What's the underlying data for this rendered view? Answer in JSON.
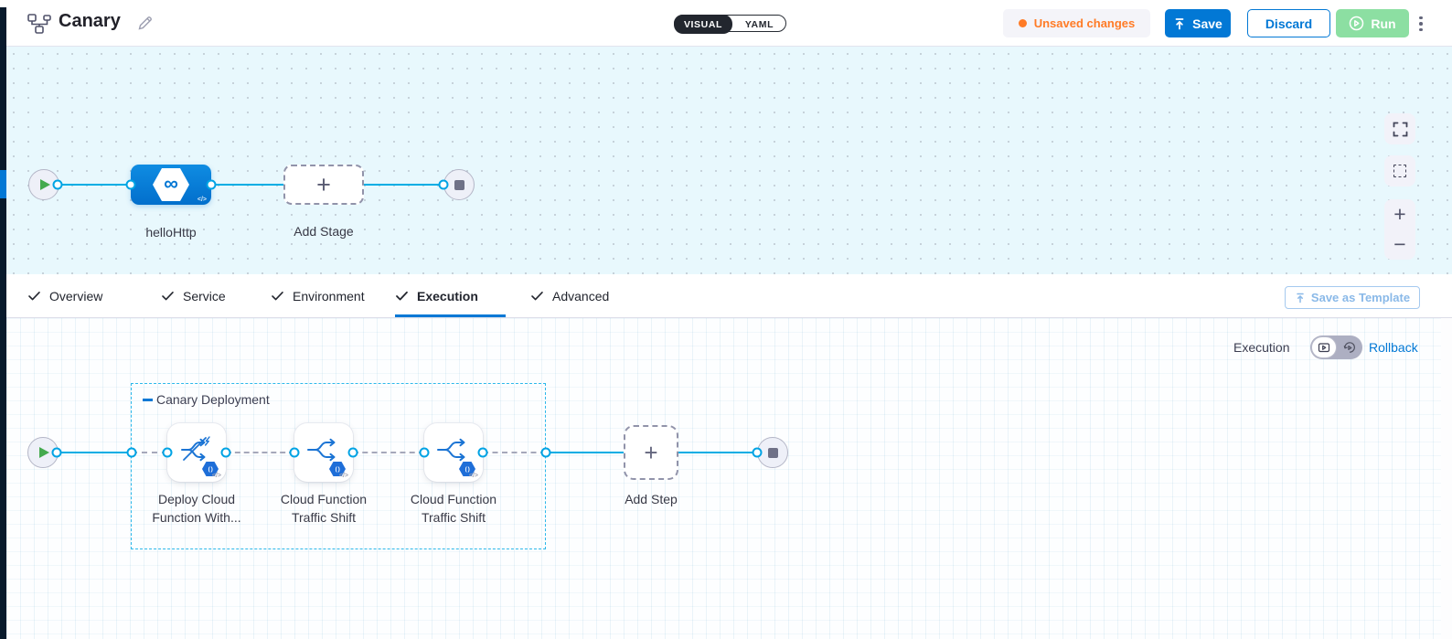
{
  "header": {
    "title": "Canary",
    "view_toggle": {
      "visual_label": "VISUAL",
      "yaml_label": "YAML",
      "selected": "VISUAL"
    },
    "unsaved_changes_label": "Unsaved changes",
    "save_label": "Save",
    "discard_label": "Discard",
    "run_label": "Run"
  },
  "stage_canvas": {
    "stage_name": "helloHttp",
    "add_stage_label": "Add Stage"
  },
  "tabs": {
    "items": [
      {
        "label": "Overview",
        "checked": true,
        "active": false
      },
      {
        "label": "Service",
        "checked": true,
        "active": false
      },
      {
        "label": "Environment",
        "checked": true,
        "active": false
      },
      {
        "label": "Execution",
        "checked": true,
        "active": true
      },
      {
        "label": "Advanced",
        "checked": true,
        "active": false
      }
    ],
    "save_as_template_label": "Save as Template"
  },
  "execution_canvas": {
    "mode_label": "Execution",
    "rollback_label": "Rollback",
    "group": {
      "label": "Canary Deployment",
      "steps": [
        {
          "name": "Deploy Cloud Function With...",
          "line1": "Deploy Cloud",
          "line2": "Function With..."
        },
        {
          "name": "Cloud Function Traffic Shift",
          "line1": "Cloud Function",
          "line2": "Traffic Shift"
        },
        {
          "name": "Cloud Function Traffic Shift",
          "line1": "Cloud Function",
          "line2": "Traffic Shift"
        }
      ]
    },
    "add_step_label": "Add Step"
  },
  "icons": {
    "plus": "+",
    "minus": "−",
    "code": "</>",
    "function_glyph": "∞",
    "badge_glyph": "( )"
  },
  "colors": {
    "primary_blue": "#0278d5",
    "connector_cyan": "#00ade4",
    "unsaved_orange": "#ff7b26",
    "run_green": "#8cdfa2",
    "nav_dark": "#081a2c",
    "stage_canvas_bg": "#e8f8fd"
  }
}
